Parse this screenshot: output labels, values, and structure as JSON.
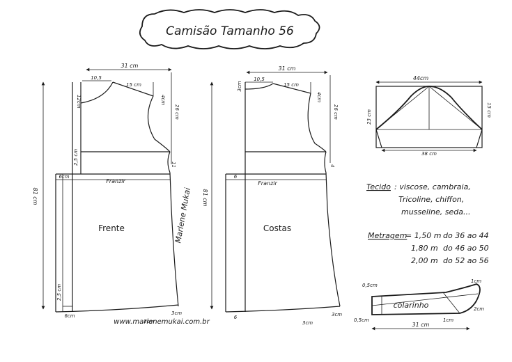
{
  "title": "Camisão Tamanho 56",
  "website": "www.marlenemukai.com.br",
  "signature": "Marlene Mukai",
  "front": {
    "label": "Frente",
    "width": "31 cm",
    "neck_width": "10,5",
    "shoulder": "15 cm",
    "shoulder_drop": "4cm",
    "neck_depth": "12cm",
    "armhole": "26 cm",
    "side_mark": "11",
    "yoke": "2,5 cm",
    "gather": "Franzir",
    "pleat_top": "6cm",
    "length": "81 cm",
    "hem_side": "2,5 cm",
    "hem_bottom": "6cm",
    "hem_curve_right": "3cm",
    "hem_curve_bottom": "3cm"
  },
  "back": {
    "label": "Costas",
    "width": "31 cm",
    "neck_width": "10,5",
    "neck_depth": "3cm",
    "shoulder": "15 cm",
    "shoulder_drop": "4cm",
    "armhole": "26 cm",
    "side_mark": "4",
    "gather": "Franzir",
    "pleat_top": "6",
    "length": "81 cm",
    "hem_bottom": "6",
    "hem_curve_bottom": "3cm",
    "hem_curve_right": "3cm"
  },
  "sleeve": {
    "top": "44cm",
    "height_left": "23 cm",
    "height_right": "15 cm",
    "bottom": "38 cm"
  },
  "fabric": {
    "heading": "Tecido",
    "line1": ": viscose, cambraia,",
    "line2": "Tricoline, chiffon,",
    "line3": "musseline, seda..."
  },
  "yardage": {
    "heading": "Metragem",
    "rows": [
      {
        "amount": "= 1,50 m",
        "range": "do 36 ao 44"
      },
      {
        "amount": "1,80 m",
        "range": "do 46 ao 50"
      },
      {
        "amount": "2,00 m",
        "range": "do 52 ao 56"
      }
    ]
  },
  "collar": {
    "label": "colarinho",
    "top_left": "0,5cm",
    "right_top": "1cm",
    "bottom_mid": "1cm",
    "bottom_left": "0,5cm",
    "bottom_right": "2cm",
    "width": "31 cm"
  }
}
